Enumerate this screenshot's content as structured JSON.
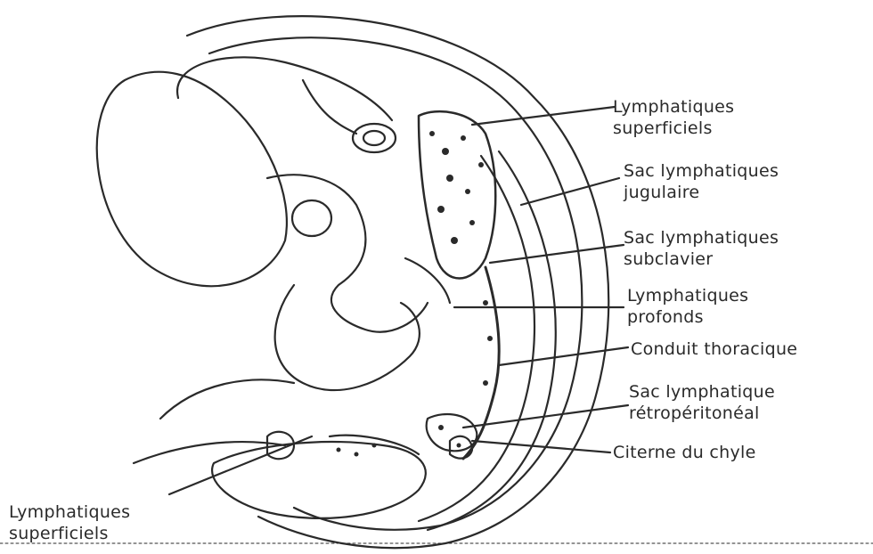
{
  "labels": [
    {
      "key": "lymph_sup_top",
      "lines": [
        "Lymphatiques",
        "superficiels"
      ]
    },
    {
      "key": "sac_jugulaire",
      "lines": [
        "Sac lymphatiques",
        "jugulaire"
      ]
    },
    {
      "key": "sac_subclavier",
      "lines": [
        "Sac lymphatiques",
        "subclavier"
      ]
    },
    {
      "key": "lymph_profonds",
      "lines": [
        "Lymphatiques",
        "profonds"
      ]
    },
    {
      "key": "conduit_thoracique",
      "lines": [
        "Conduit thoracique"
      ]
    },
    {
      "key": "sac_retroperitoneal",
      "lines": [
        "Sac lymphatique",
        "rétropéritonéal"
      ]
    },
    {
      "key": "citerne_chyle",
      "lines": [
        "Citerne du chyle"
      ]
    },
    {
      "key": "lymph_sup_bottom",
      "lines": [
        "Lymphatiques",
        "superficiels"
      ]
    }
  ],
  "colors": {
    "ink": "#2a2a2a",
    "background": "#ffffff"
  }
}
